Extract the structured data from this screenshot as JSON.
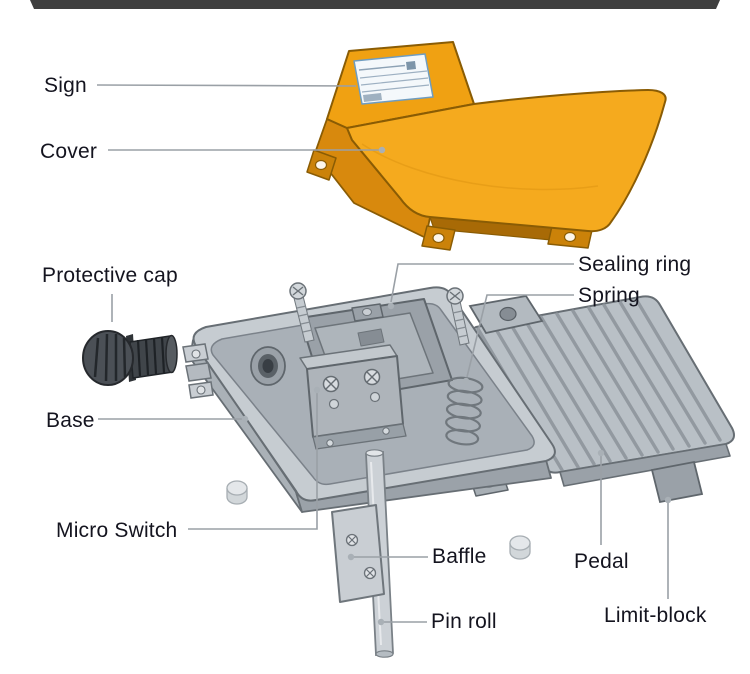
{
  "labels": {
    "sign": "Sign",
    "cover": "Cover",
    "protective_cap": "Protective cap",
    "base": "Base",
    "micro_switch": "Micro Switch",
    "sealing_ring": "Sealing ring",
    "spring": "Spring",
    "baffle": "Baffle",
    "pin_roll": "Pin roll",
    "pedal": "Pedal",
    "limit_block": "Limit-block"
  },
  "colors": {
    "cover_orange": "#F5AA1E",
    "cover_shadow": "#D8890D",
    "metal_light": "#c6ccd1",
    "metal_mid": "#a9b0b7",
    "cap_dark": "#40454a",
    "leader_line": "#9aa0a6",
    "label_text": "#14141f",
    "top_bar": "#3f3f3f"
  }
}
